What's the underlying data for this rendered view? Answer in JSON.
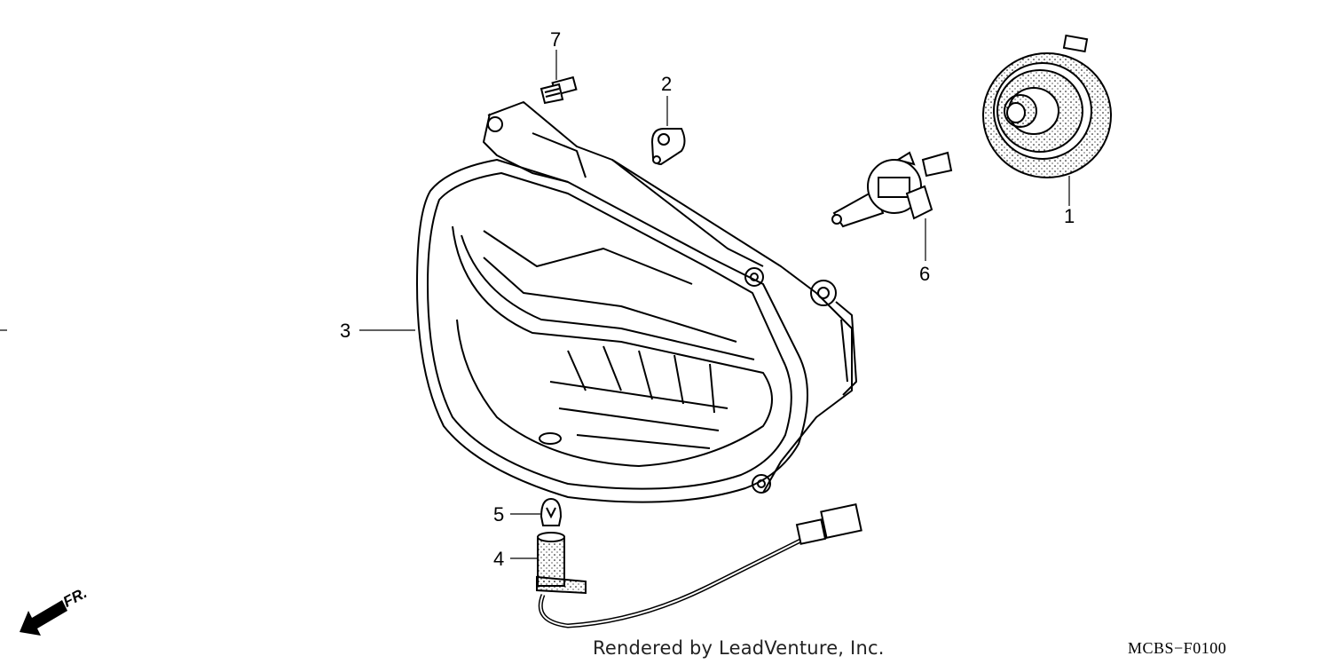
{
  "diagram": {
    "code": "MCBS−F0100",
    "watermark": "Rendered by LeadVenture, Inc.",
    "direction_label": "FR.",
    "callouts": [
      {
        "id": "1",
        "label": "1"
      },
      {
        "id": "2",
        "label": "2"
      },
      {
        "id": "3",
        "label": "3"
      },
      {
        "id": "4",
        "label": "4"
      },
      {
        "id": "5",
        "label": "5"
      },
      {
        "id": "6",
        "label": "6"
      },
      {
        "id": "7",
        "label": "7"
      }
    ]
  }
}
